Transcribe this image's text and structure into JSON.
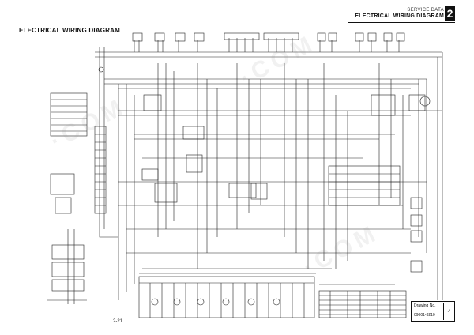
{
  "header": {
    "section_label": "SERVICE DATA",
    "section_title": "ELECTRICAL WIRING DIAGRAM",
    "chapter_number": "2"
  },
  "page": {
    "title": "ELECTRICAL WIRING DIAGRAM",
    "number": "2-21"
  },
  "title_block": {
    "label": "Drawing No.",
    "code": "09001-3210"
  }
}
